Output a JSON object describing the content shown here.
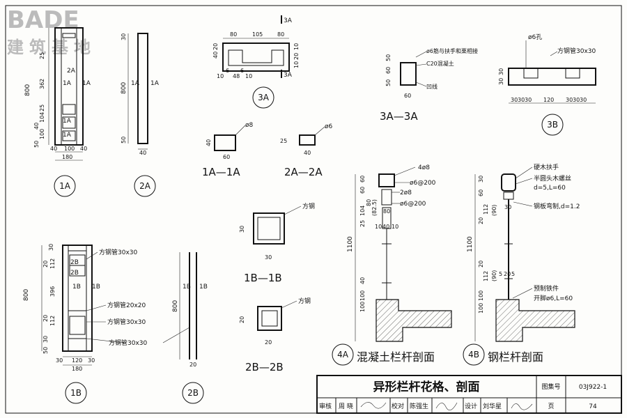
{
  "logo": {
    "brand": "BADE",
    "sub": "建筑基地"
  },
  "title_block": {
    "title": "异形栏杆花格、剖面",
    "atlas_label": "图集号",
    "atlas_no": "03J922-1",
    "page_label": "页",
    "page_no": "74",
    "review_label": "审核",
    "review_name": "周 晓",
    "check_label": "校对",
    "check_name": "陈强生",
    "design_label": "设计",
    "design_name": "刘华星"
  },
  "detail_1A": {
    "label": "1A",
    "dims_v": [
      "25",
      "362",
      "800",
      "25",
      "104",
      "40",
      "100",
      "50"
    ],
    "dims_h": [
      "40",
      "100",
      "40",
      "180"
    ],
    "cuts": [
      "2A",
      "1A",
      "1A",
      "1A",
      "1A"
    ]
  },
  "detail_2A": {
    "label": "2A",
    "dims_v": [
      "30",
      "800",
      "50"
    ],
    "dims_h": [
      "40"
    ],
    "cuts": [
      "1A",
      "1A"
    ]
  },
  "detail_3A": {
    "label": "3A",
    "cut": "3A",
    "dims_top": [
      "80",
      "105",
      "80"
    ],
    "dims_bottom": [
      "10",
      "6",
      "48",
      "6",
      "10"
    ],
    "dims_left": [
      "40",
      "20"
    ],
    "dims_right": [
      "10",
      "20",
      "10"
    ]
  },
  "section_1A1A": {
    "label": "1A—1A",
    "bar": "ø8",
    "w": "60",
    "h": "40"
  },
  "section_2A2A": {
    "label": "2A—2A",
    "bar": "ø6",
    "w": "40",
    "h": "25"
  },
  "section_3A3A": {
    "label": "3A—3A",
    "note1": "ø6筋与扶手和栗相接",
    "note2": "C20混凝土",
    "note3": "凹线",
    "dims_v": [
      "50",
      "60",
      "50"
    ],
    "dims_h": [
      "60"
    ]
  },
  "detail_3B": {
    "label": "3B",
    "hole": "ø6孔",
    "tube": "方钢管30x30",
    "dims_h": [
      "30",
      "30",
      "30",
      "120",
      "30",
      "30",
      "30"
    ],
    "dims_v": [
      "30",
      "30"
    ]
  },
  "detail_4A": {
    "caption": "混凝土栏杆剖面",
    "label": "4A",
    "notes": [
      "4ø8",
      "ø6@200",
      "2ø8",
      "ø6@200"
    ],
    "dims_v": [
      "60",
      "60",
      "80",
      "25",
      "104",
      "(82.5)",
      "1100",
      "40",
      "100",
      "100"
    ],
    "dims_h": [
      "80",
      "10",
      "40",
      "10"
    ]
  },
  "detail_4B": {
    "caption": "钢栏杆剖面",
    "label": "4B",
    "notes": [
      "硬木扶手",
      "半圆头木螺丝",
      "d=5,L=60",
      "钢板弯制,d=1.2",
      "预制铁件",
      "开脚ø6,L=60"
    ],
    "dims_v": [
      "30",
      "60",
      "20",
      "112",
      "(90)",
      "1100",
      "20",
      "112",
      "(90)",
      "100",
      "100"
    ],
    "dims_h": [
      "30",
      "5",
      "20",
      "5"
    ]
  },
  "detail_1B": {
    "label": "1B",
    "notes": [
      "方钢管30x30",
      "方钢管20x20",
      "方钢管30x30",
      "方钢管30x30"
    ],
    "dims_v": [
      "30",
      "20",
      "112",
      "396",
      "800",
      "20",
      "112",
      "30",
      "50"
    ],
    "dims_h": [
      "30",
      "120",
      "30",
      "180"
    ],
    "cuts": [
      "2B",
      "2B",
      "1B",
      "1B"
    ]
  },
  "detail_2B": {
    "label": "2B",
    "dims_v": [
      "800"
    ],
    "dims_h": [
      "20"
    ],
    "cuts": [
      "1B",
      "1B"
    ]
  },
  "section_1B1B": {
    "label": "1B—1B",
    "note": "方钢",
    "w": "30",
    "h": "30"
  },
  "section_2B2B": {
    "label": "2B—2B",
    "note": "方钢",
    "w": "20",
    "h": "20"
  }
}
